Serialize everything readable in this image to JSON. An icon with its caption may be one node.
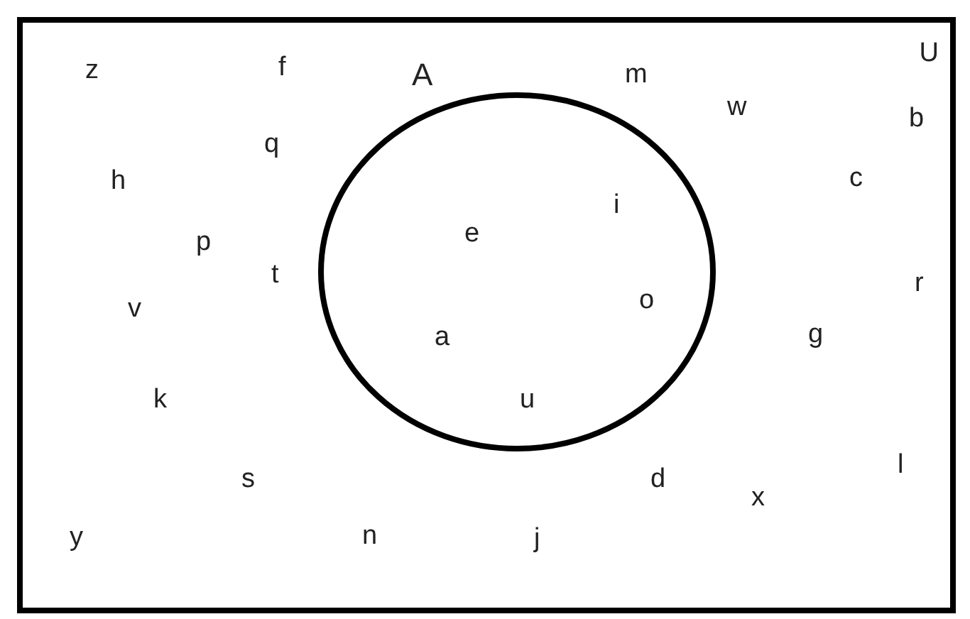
{
  "diagram": {
    "nodes": [
      {
        "text": [
          "U"
        ]
      },
      {
        "text": [
          "A"
        ],
        "in": 0
      }
    ],
    "edges": [],
    "labels": [
      "z",
      "f",
      "m",
      "w",
      "b",
      "q",
      "h",
      "c",
      "i",
      "e",
      "p",
      "t",
      "r",
      "v",
      "o",
      "a",
      "g",
      "k",
      "u",
      "s",
      "d",
      "l",
      "x",
      "y",
      "n",
      "j"
    ]
  }
}
